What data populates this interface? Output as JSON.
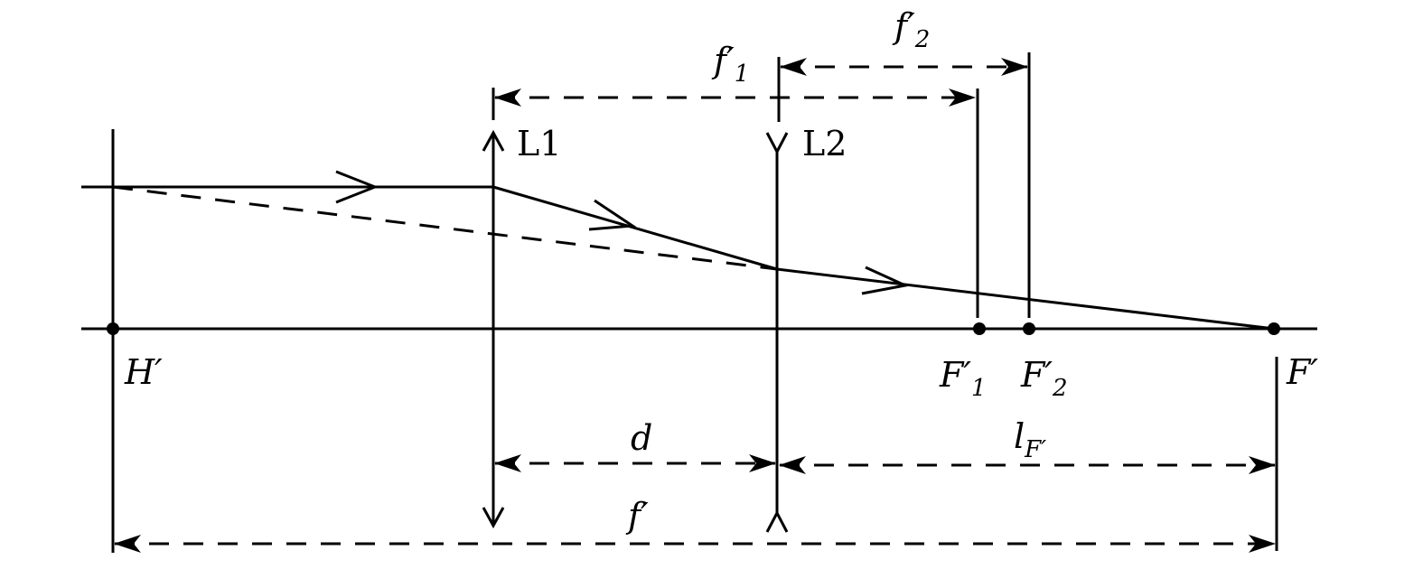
{
  "lenses": {
    "l1": "L1",
    "l2": "L2"
  },
  "points": {
    "h_prime": "H′",
    "f1_prime": "F′",
    "f1_sub": "1",
    "f2_prime": "F′",
    "f2_sub": "2",
    "f_prime": "F′"
  },
  "dimensions": {
    "f1": "f′",
    "f1_sub": "1",
    "f2": "f′",
    "f2_sub": "2",
    "d": "d",
    "lf": "l",
    "lf_sub": "F′",
    "f": "f′"
  }
}
